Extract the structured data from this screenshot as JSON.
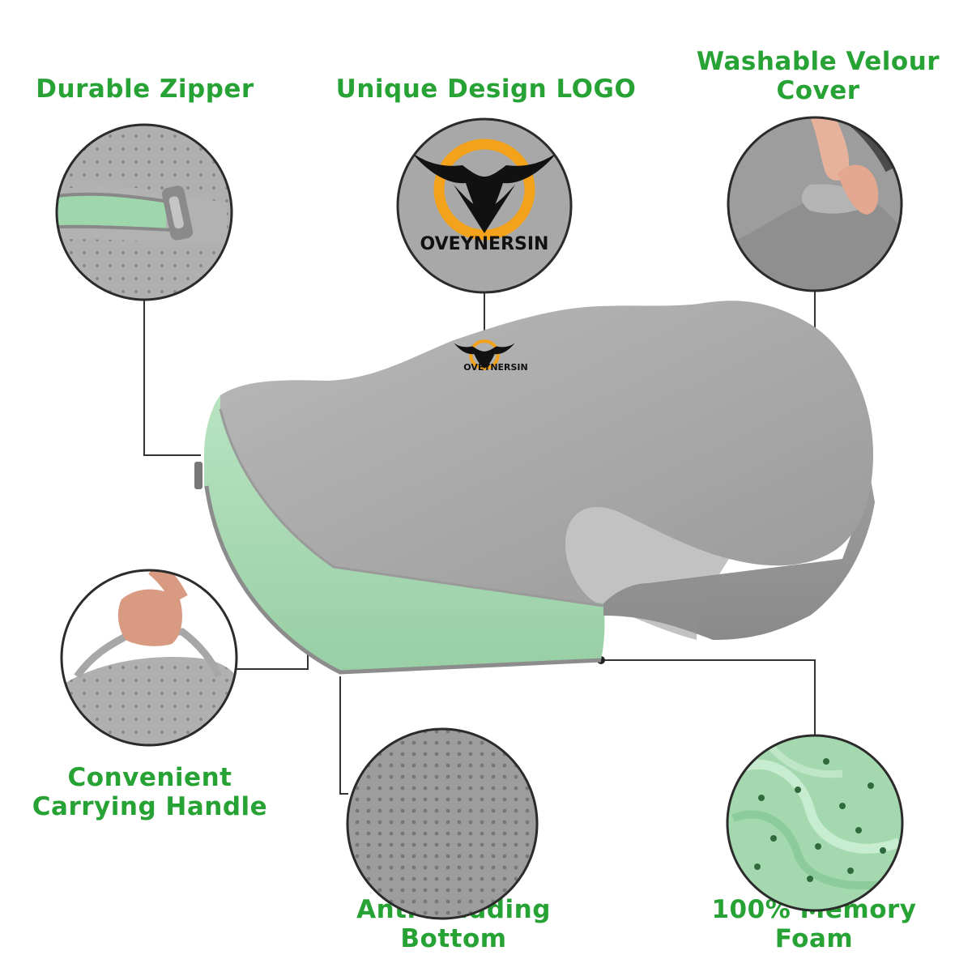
{
  "features": {
    "zipper": "Durable Zipper",
    "logo": "Unique Design LOGO",
    "cover_line1": "Washable Velour",
    "cover_line2": "Cover",
    "handle_line1": "Convenient",
    "handle_line2": "Carrying Handle",
    "bottom": "Anti-skidding Bottom",
    "foam": "100% Memory Foam"
  },
  "brand": {
    "name": "OVEYNERSIN"
  },
  "colors": {
    "label_green": "#27a234",
    "foam_green": "#a9dcb4",
    "cover_gray": "#a7a7a7",
    "logo_orange": "#f2a21b"
  }
}
